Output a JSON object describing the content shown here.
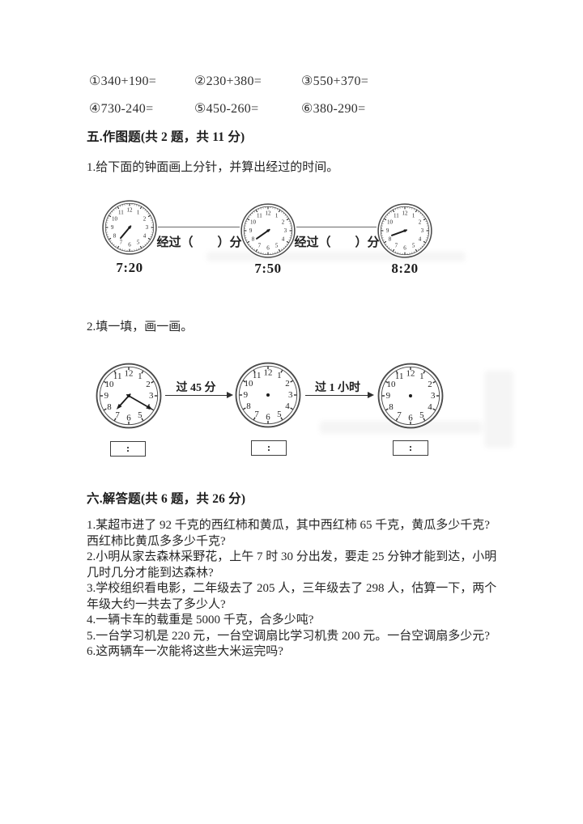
{
  "arithmetic": {
    "items_row1": [
      "①340+190=",
      "②230+380=",
      "③550+370="
    ],
    "items_row2": [
      "④730-240=",
      "⑤450-260=",
      "⑥380-290="
    ]
  },
  "section5": {
    "title": "五.作图题(共 2 题，共 11 分)",
    "q1_text": "1.给下面的钟面画上分针，并算出经过的时间。",
    "q1_connector": "经过（　　）分",
    "q1_clock_labels": [
      "7:20",
      "7:50",
      "8:20"
    ],
    "q2_text": "2.填一填，画一画。",
    "q2_arrow_labels": [
      "过 45 分",
      "过 1 小时"
    ],
    "q2_box_label": ":"
  },
  "section6": {
    "title": "六.解答题(共 6 题，共 26 分)",
    "lines": [
      "1.某超市进了 92 千克的西红柿和黄瓜，其中西红柿 65 千克，黄瓜多少千克?",
      "西红柿比黄瓜多多少千克?",
      "2.小明从家去森林采野花，上午 7 时 30 分出发，要走 25 分钟才能到达，小明",
      "几时几分才能到达森林?",
      "3.学校组织看电影，二年级去了 205 人，三年级去了 298 人，估算一下，两个",
      "年级大约一共去了多少人?",
      "4.一辆卡车的载重是 5000 千克，合多少吨?",
      "5.一台学习机是 220 元，一台空调扇比学习机贵 200 元。一台空调扇多少元?",
      "6.这两辆车一次能将这些大米运完吗?"
    ]
  },
  "clock_face": {
    "numerals": [
      "12",
      "1",
      "2",
      "3",
      "4",
      "5",
      "6",
      "7",
      "8",
      "9",
      "10",
      "11"
    ]
  },
  "clocks": {
    "q1": [
      {
        "time": "7:20",
        "hands": [
          {
            "angle": 220,
            "len": 0.58,
            "w": 2.8,
            "arrow": false
          }
        ]
      },
      {
        "time": "7:50",
        "hands": [
          {
            "angle": 235,
            "len": 0.58,
            "w": 2.8,
            "arrow": false
          }
        ]
      },
      {
        "time": "8:20",
        "hands": [
          {
            "angle": 250,
            "len": 0.58,
            "w": 2.8,
            "arrow": false
          }
        ]
      }
    ],
    "q2": [
      {
        "time": "7:20",
        "hands": [
          {
            "angle": 222,
            "len": 0.5,
            "w": 2.2,
            "arrow": true
          },
          {
            "angle": 120,
            "len": 0.82,
            "w": 2.0,
            "arrow": true
          }
        ]
      },
      {
        "time": "",
        "hands": []
      },
      {
        "time": "",
        "hands": []
      }
    ]
  },
  "colors": {
    "ink": "#2b2b2b",
    "clock_stroke": "#4a4a4a"
  }
}
